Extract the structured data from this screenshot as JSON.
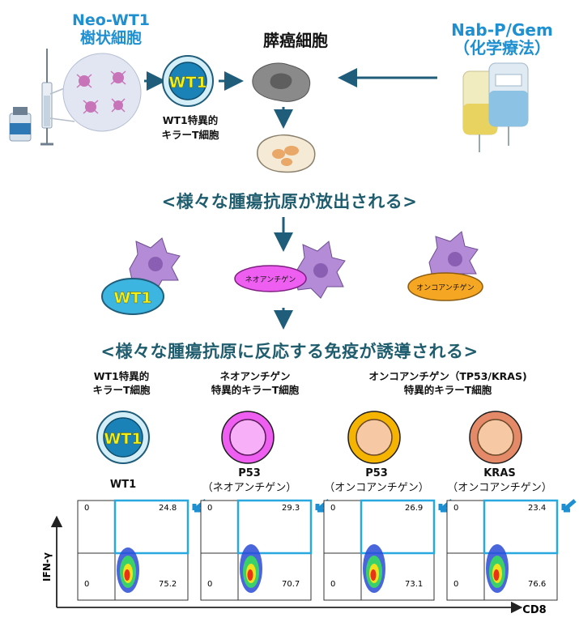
{
  "top": {
    "neo_title_line1": "Neo-WT1",
    "neo_title_line2": "樹状細胞",
    "pancreatic_title": "膵癌細胞",
    "chemo_title_line1": "Nab-P/Gem",
    "chemo_title_line2": "（化学療法）",
    "wt1_badge": "WT1",
    "wt1_ctl_line1": "WT1特異的",
    "wt1_ctl_line2": "キラーT細胞"
  },
  "banner1": "<様々な腫瘍抗原が放出される>",
  "antigens": {
    "wt1": "WT1",
    "neo": "ネオアンチゲン",
    "onco": "オンコアンチゲン"
  },
  "banner2": "<様々な腫瘍抗原に反応する免疫が誘導される>",
  "ctl_types": [
    {
      "line1": "WT1特異的",
      "line2": "キラーT細胞",
      "fill": "#ffffff"
    },
    {
      "line1": "ネオアンチゲン",
      "line2": "特異的キラーT細胞",
      "fill": "#ee5ef0"
    },
    {
      "line1": "オンコアンチゲン（TP53/KRAS)",
      "line2": "特異的キラーT細胞",
      "fill": "#f5a623"
    }
  ],
  "cell_badge": "WT1",
  "plots": [
    {
      "title_line1": "WT1",
      "title_line2": "",
      "q_ul": "0",
      "q_ur": "24.8",
      "q_ll": "0",
      "q_lr": "75.2"
    },
    {
      "title_line1": "P53",
      "title_line2": "（ネオアンチゲン）",
      "q_ul": "0",
      "q_ur": "29.3",
      "q_ll": "0",
      "q_lr": "70.7"
    },
    {
      "title_line1": "P53",
      "title_line2": "（オンコアンチゲン）",
      "q_ul": "0",
      "q_ur": "26.9",
      "q_ll": "0",
      "q_lr": "73.1"
    },
    {
      "title_line1": "KRAS",
      "title_line2": "（オンコアンチゲン）",
      "q_ul": "0",
      "q_ur": "23.4",
      "q_ll": "0",
      "q_lr": "76.6"
    }
  ],
  "axes": {
    "y": "IFN-γ",
    "x": "CD8"
  },
  "colors": {
    "accent_blue": "#1e8fd0",
    "banner_teal": "#1f5d6e",
    "gate_blue": "#29a8e0",
    "arrow_teal": "#1f5d7a",
    "wt1_yellow": "#f4ef1a",
    "neo_magenta": "#ee5ef0",
    "onco_orange": "#f5a623",
    "dc_purple": "#b48bd6"
  }
}
